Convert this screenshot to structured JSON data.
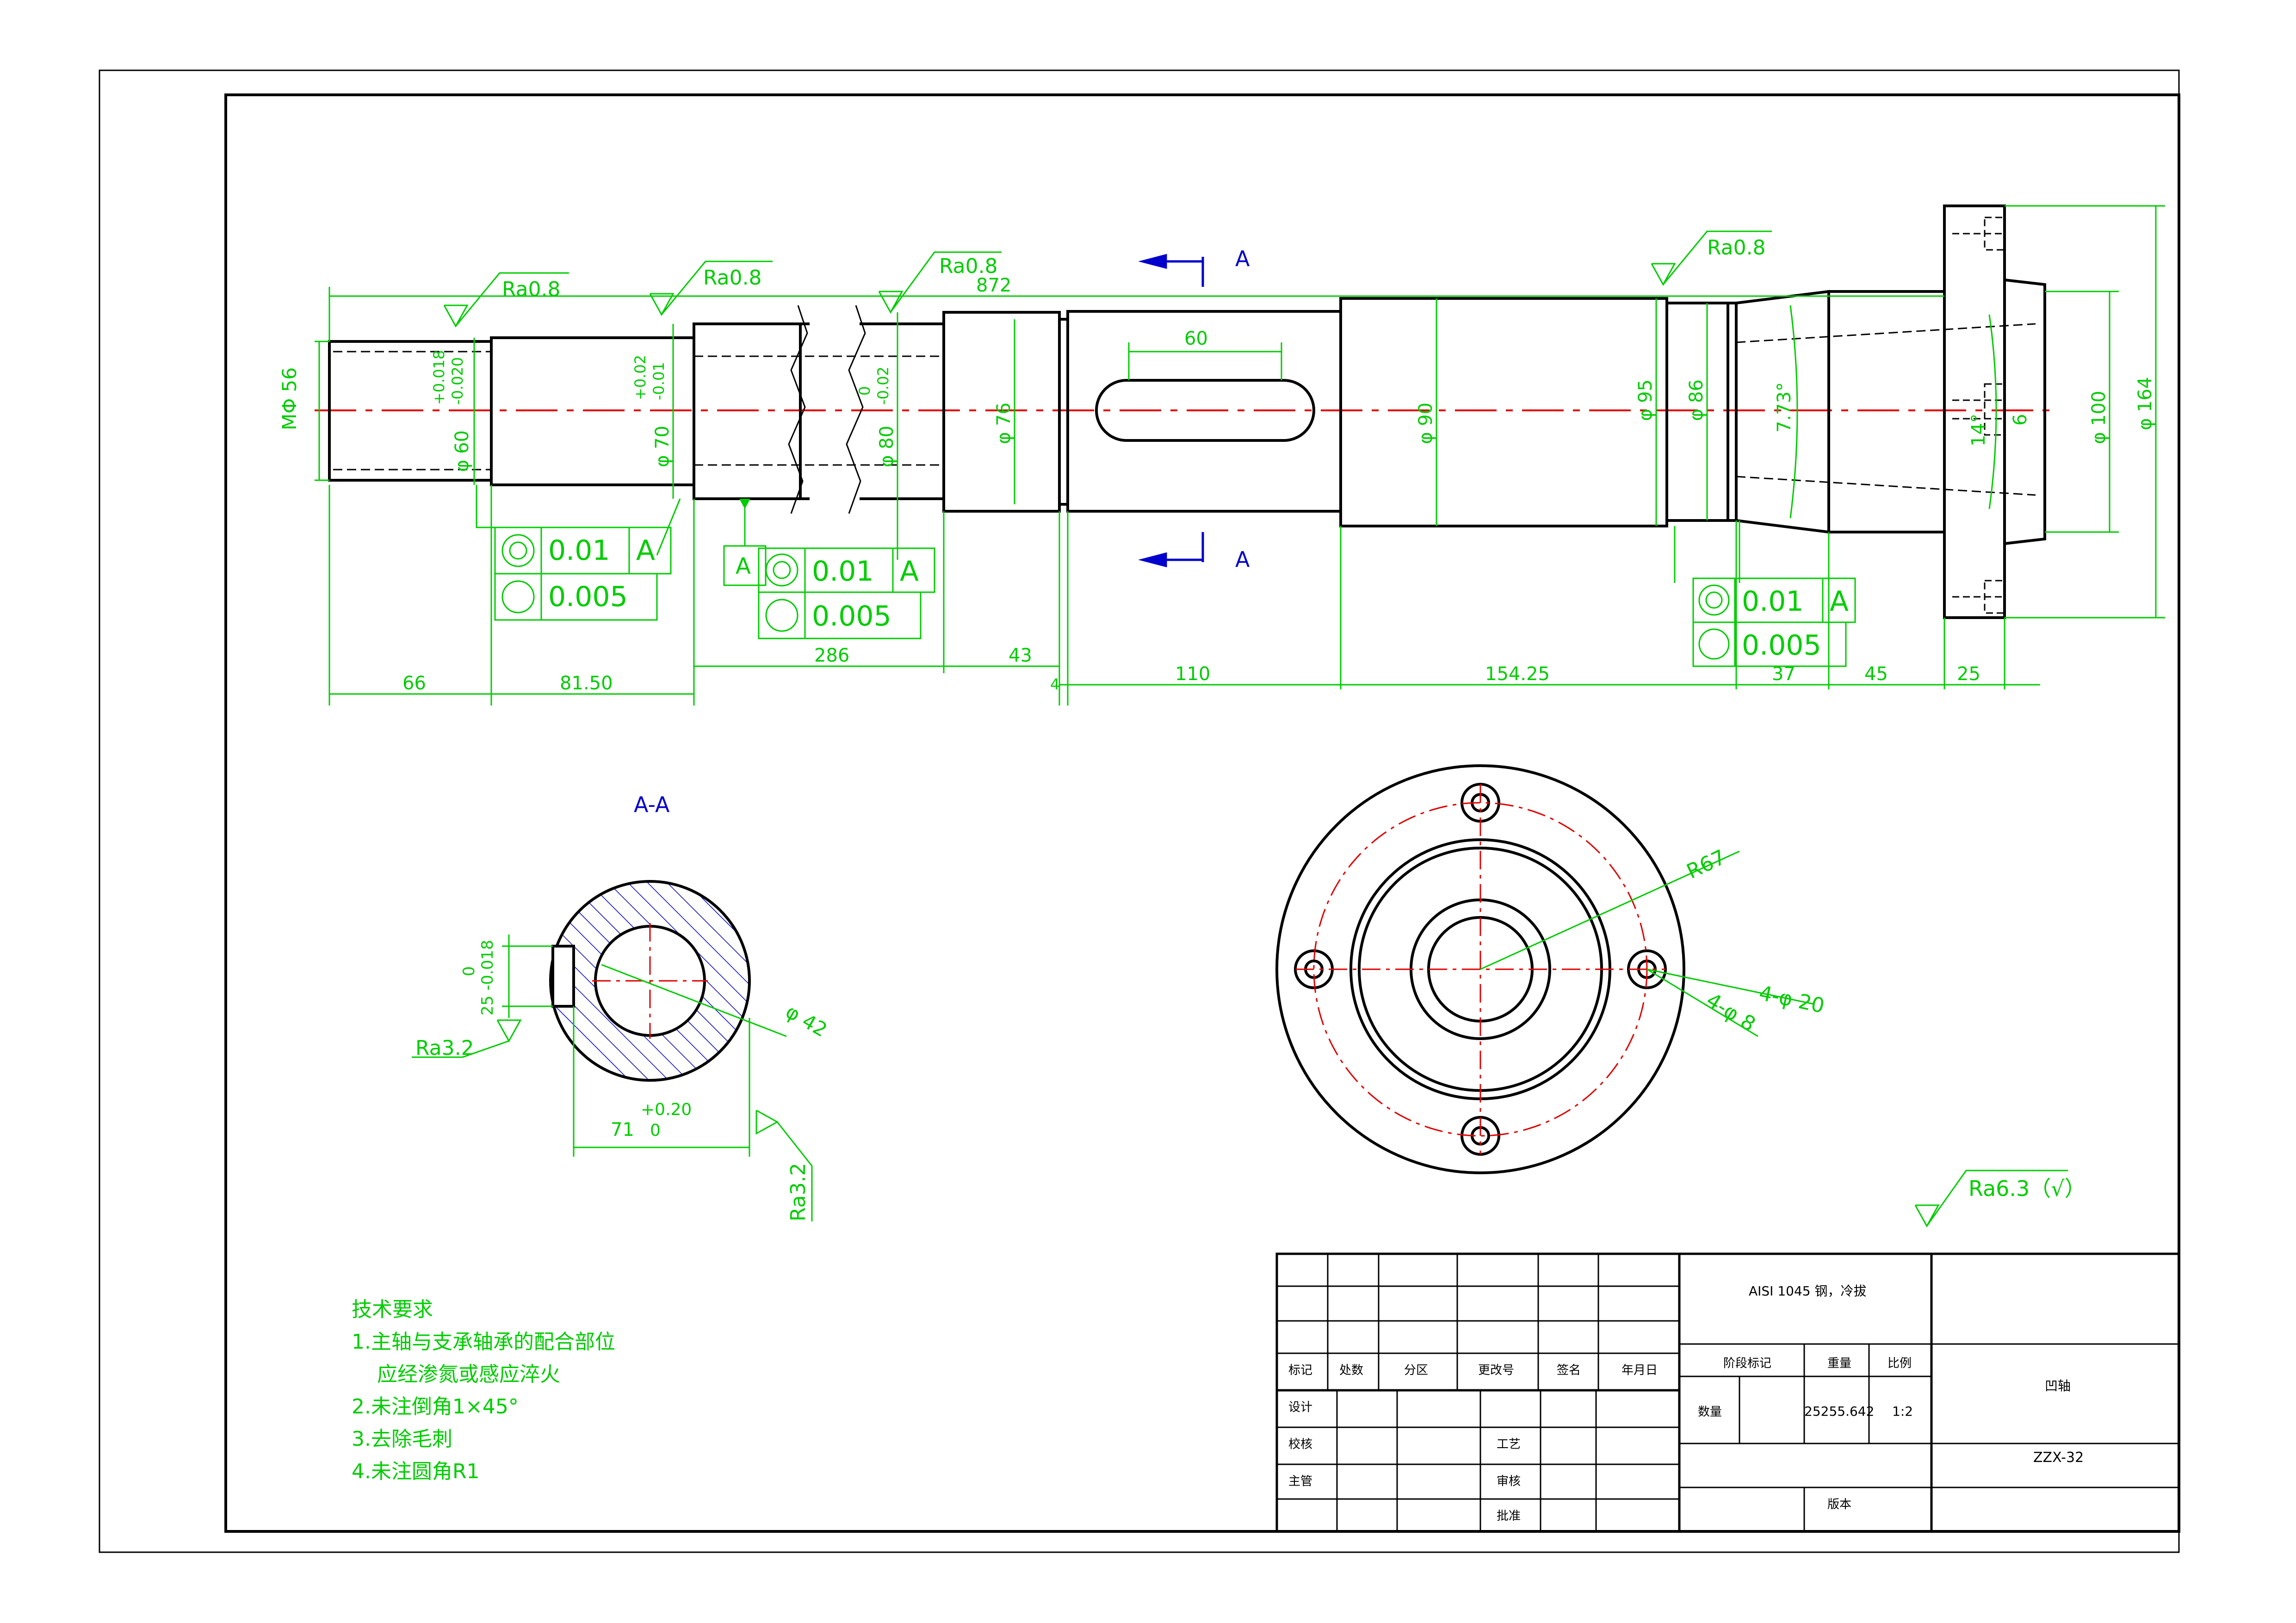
{
  "view_labels": {
    "section_left": "A",
    "section_left_bottom": "A",
    "section_title": "A-A"
  },
  "dimensions": {
    "thread": "MΦ 56",
    "d60": "φ 60",
    "d60_tol_up": "+0.018",
    "d60_tol_lo": "-0.020",
    "d70": "φ 70",
    "d70_tol_up": "+0.02",
    "d70_tol_lo": "-0.01",
    "d80": "φ 80",
    "d80_tol_up": "0",
    "d80_tol_lo": "-0.02",
    "d76": "φ 76",
    "key60": "60",
    "d90": "φ 90",
    "d95": "φ 95",
    "d86": "φ 86",
    "taper": "7.73°",
    "angle14": "14°",
    "six": "6",
    "d100": "φ 100",
    "d164": "φ 164",
    "overall": "872",
    "len66": "66",
    "len8150": "81.50",
    "len286": "286",
    "len43": "43",
    "len4": "4",
    "len110": "110",
    "len15425": "154.25",
    "len37": "37",
    "len45": "45",
    "len25": "25"
  },
  "roughness": {
    "r1": "Ra0.8",
    "r2": "Ra0.8",
    "r3": "Ra0.8",
    "r4": "Ra0.8",
    "sec1": "Ra3.2",
    "sec2": "Ra3.2",
    "general": "Ra6.3（√）"
  },
  "datum": {
    "label": "A"
  },
  "tolerances": {
    "f1_val": "0.01",
    "f1_ref": "A",
    "f1_round": "0.005",
    "f2_val": "0.01",
    "f2_ref": "A",
    "f2_round": "0.005",
    "f3_val": "0.01",
    "f3_ref": "A",
    "f3_round": "0.005"
  },
  "section": {
    "key_width_up": "0",
    "key_width_lo": "25 -0.018",
    "dia": "φ 42",
    "depth_tol": "+0.20",
    "depth": "71",
    "depth_zero": "0"
  },
  "flange": {
    "radius": "R67",
    "holes_big": "4-φ 20",
    "holes_small": "4-φ 8"
  },
  "notes": {
    "title": "技术要求",
    "n1a": "1.主轴与支承轴承的配合部位",
    "n1b": "应经渗氮或感应淬火",
    "n2": "2.未注倒角1×45°",
    "n3": "3.去除毛刺",
    "n4": "4.未注圆角R1"
  },
  "title_block": {
    "material": "AISI 1045 钢，冷拔",
    "mark": "标记",
    "count": "处数",
    "zone": "分区",
    "change_no": "更改号",
    "sign": "签名",
    "date": "年月日",
    "design": "设计",
    "check": "校核",
    "chief": "主管",
    "process": "工艺",
    "review": "审核",
    "approve": "批准",
    "stage": "阶段标记",
    "weight": "重量",
    "scale": "比例",
    "qty": "数量",
    "weight_val": "25255.642",
    "scale_val": "1:2",
    "part_name": "凹轴",
    "drawing_no": "ZZX-32",
    "version": "版本"
  }
}
